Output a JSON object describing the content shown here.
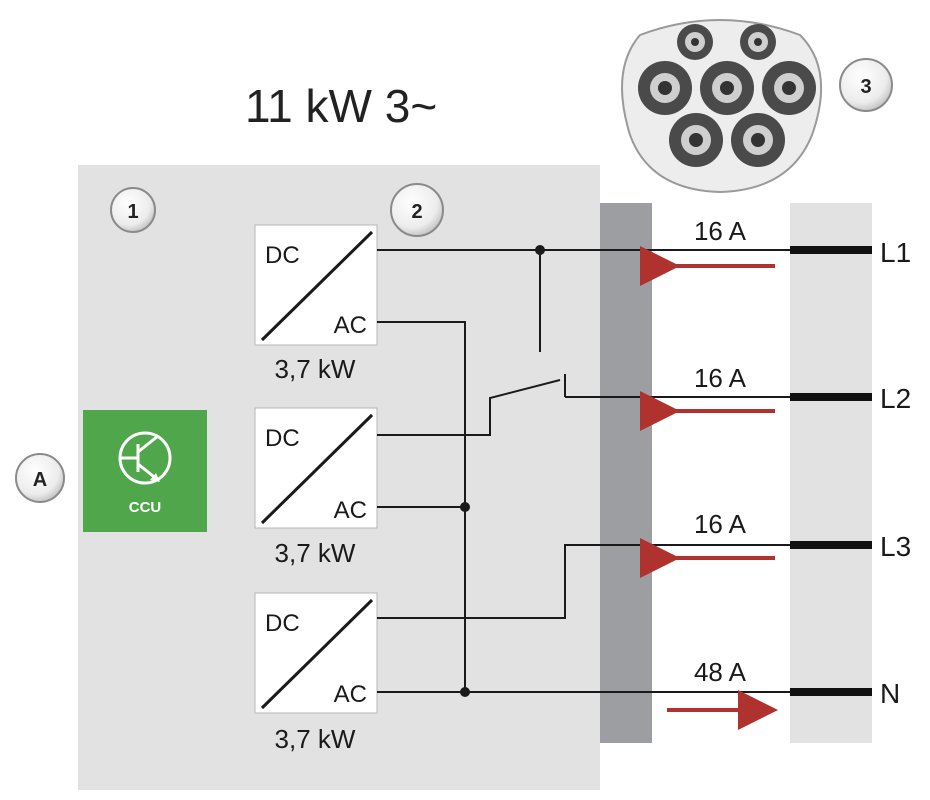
{
  "title": "11 kW 3~",
  "badges": {
    "one": "1",
    "two": "2",
    "three": "3",
    "a": "A"
  },
  "ccu": {
    "label": "CCU"
  },
  "converters": [
    {
      "top": "DC",
      "bottom": "AC",
      "power": "3,7 kW"
    },
    {
      "top": "DC",
      "bottom": "AC",
      "power": "3,7 kW"
    },
    {
      "top": "DC",
      "bottom": "AC",
      "power": "3,7 kW"
    }
  ],
  "lines": [
    {
      "name": "L1",
      "current": "16 A",
      "direction": "to-vehicle"
    },
    {
      "name": "L2",
      "current": "16 A",
      "direction": "to-vehicle"
    },
    {
      "name": "L3",
      "current": "16 A",
      "direction": "to-vehicle"
    },
    {
      "name": "N",
      "current": "48 A",
      "direction": "to-grid"
    }
  ],
  "colors": {
    "panel": "#e2e2e2",
    "busbar": "#9c9ea1",
    "ccu": "#4fa64b",
    "arrow": "#b0322e",
    "wire": "#1a1a1a"
  }
}
